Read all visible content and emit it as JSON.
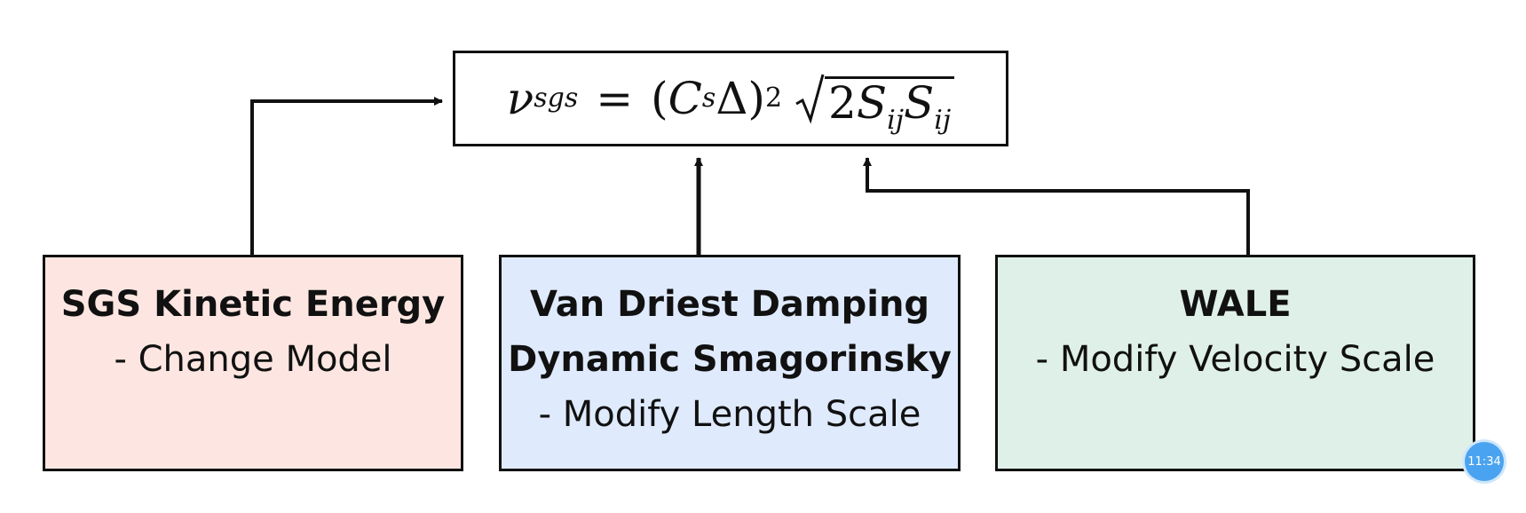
{
  "formula": {
    "nu": "ν",
    "nu_sub": "sgs",
    "equals": "=",
    "open_paren": "(",
    "C": "C",
    "C_sub": "s",
    "delta": "Δ",
    "close_paren": ")",
    "exponent": "2",
    "two": "2",
    "S1": "S",
    "S1_sub": "ij",
    "S2": "S",
    "S2_sub": "ij"
  },
  "models": [
    {
      "title_lines": [
        "SGS Kinetic Energy"
      ],
      "description": "- Change Model",
      "color": "#fde6e1"
    },
    {
      "title_lines": [
        "Van Driest Damping",
        "Dynamic Smagorinsky"
      ],
      "description": "- Modify Length Scale",
      "color": "#dfeafc"
    },
    {
      "title_lines": [
        "WALE"
      ],
      "description": "- Modify Velocity Scale",
      "color": "#dff0e8"
    }
  ],
  "badge": {
    "time": "11:34"
  }
}
